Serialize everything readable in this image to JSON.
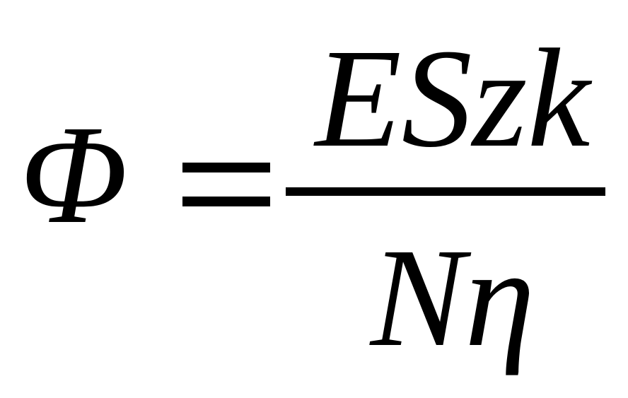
{
  "formula": {
    "lhs": "Φ",
    "operator": "=",
    "numerator": "ESzk",
    "denominator": "Nη"
  },
  "colors": {
    "ink": "#000000",
    "background": "#ffffff"
  }
}
